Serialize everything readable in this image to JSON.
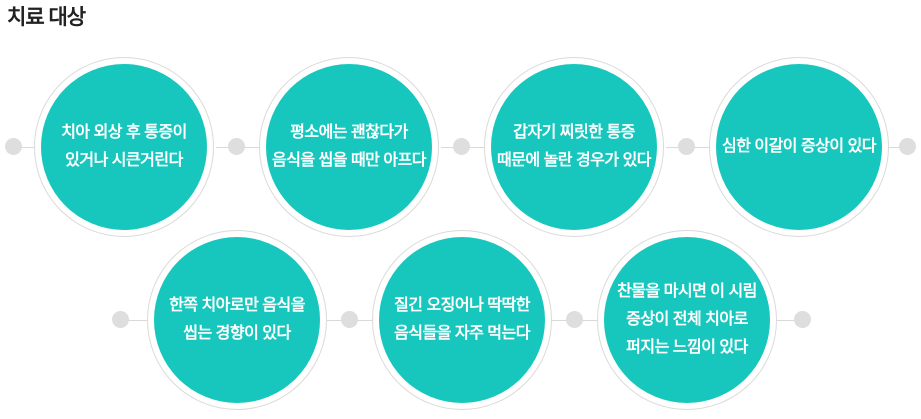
{
  "title": "치료 대상",
  "theme": {
    "accent": "#17c7bd",
    "ring": "#dadada",
    "connector": "#d9d9d9",
    "dot": "#dedede",
    "text": "#ffffff",
    "title_color": "#222222",
    "background": "#ffffff"
  },
  "circles": [
    {
      "text": "치아 외상 후 통증이\n있거나 시큰거린다"
    },
    {
      "text": "평소에는 괜찮다가\n음식을 씹을 때만 아프다"
    },
    {
      "text": "갑자기 찌릿한 통증\n때문에 놀란 경우가 있다"
    },
    {
      "text": "심한 이갈이 증상이 있다"
    },
    {
      "text": "한쪽 치아로만 음식을\n씹는 경향이 있다"
    },
    {
      "text": "질긴 오징어나 딱딱한\n음식들을 자주 먹는다"
    },
    {
      "text": "찬물을 마시면 이 시림\n증상이 전체 치아로\n퍼지는 느낌이 있다"
    }
  ]
}
